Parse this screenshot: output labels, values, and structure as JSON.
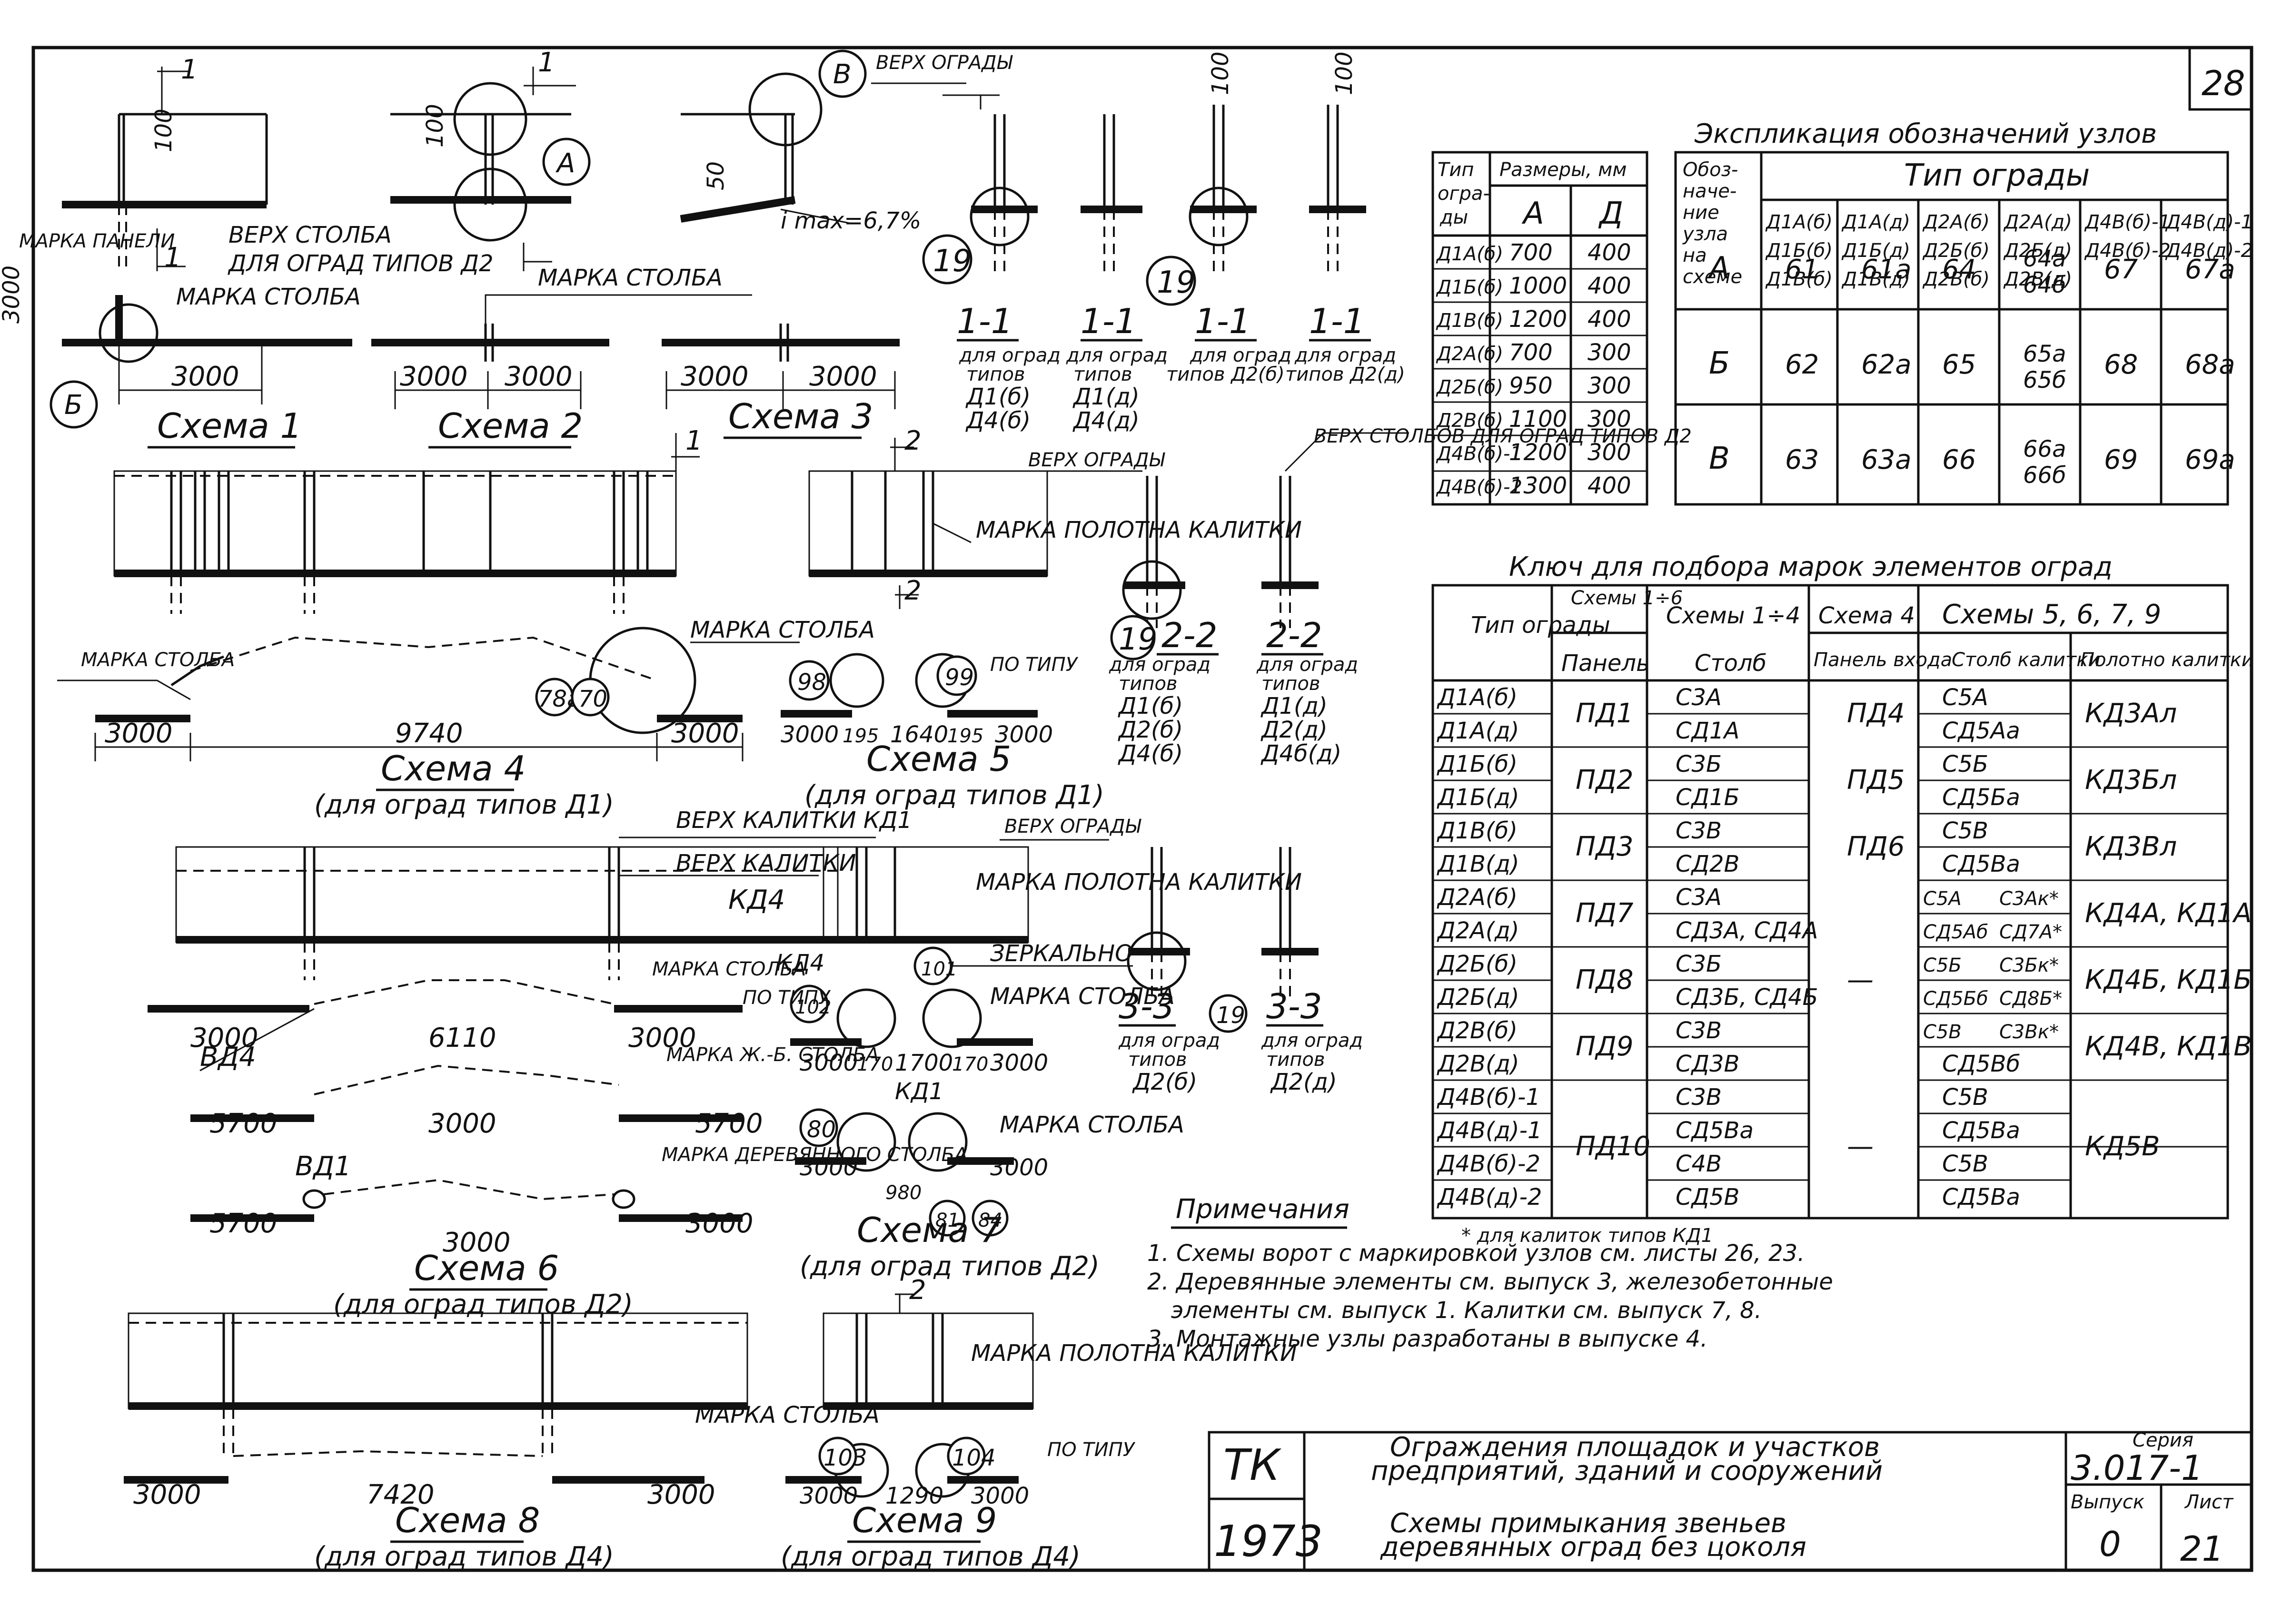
{
  "sheet_number": "28",
  "schemes": {
    "s1": {
      "title": "Схема 1",
      "dim": "3000",
      "labels": [
        "МАРКА ПАНЕЛИ",
        "МАРКА СТОЛБА",
        "ВЕРХ СТОЛБА",
        "ДЛЯ ОГРАД ТИПОВ Д2",
        "3000",
        "100"
      ],
      "node": "Б"
    },
    "s2": {
      "title": "Схема 2",
      "dims": [
        "3000",
        "3000"
      ],
      "node": "А",
      "label": "МАРКА СТОЛБА",
      "size": "100"
    },
    "s3": {
      "title": "Схема 3",
      "dims": [
        "3000",
        "3000"
      ],
      "node": "В",
      "labels": [
        "ВЕРХ ОГРАДЫ",
        "i max=6,7%",
        "50"
      ]
    },
    "s4": {
      "title": "Схема 4",
      "subtitle": "(для оград типов Д1)",
      "dims": [
        "3000",
        "9740",
        "3000"
      ],
      "labels": [
        "МАРКА СТОЛБА",
        "МАРКА СТОЛБА"
      ],
      "nodes": [
        "78а",
        "70"
      ]
    },
    "s5": {
      "title": "Схема 5",
      "subtitle": "(для оград типов Д1)",
      "dims": [
        "3000",
        "195",
        "1640",
        "195",
        "3000"
      ],
      "nodes": [
        "98",
        "99"
      ],
      "labels": [
        "ПО ТИПУ",
        "МАРКА ПОЛОТНА КАЛИТКИ"
      ]
    },
    "s6": {
      "title": "Схема 6",
      "subtitle": "(для оград типов Д2)",
      "dims": [
        "3000",
        "6110",
        "3000",
        "5700",
        "3000",
        "5700",
        "3000"
      ],
      "labels": [
        "ВЕРХ КАЛИТКИ КД1",
        "ВЕРХ КАЛИТКИ",
        "КД4",
        "МАРКА СТОЛБА",
        "ВД4",
        "МАРКА Ж.-Б. СТОЛБА",
        "ВД1",
        "МАРКА ДЕРЕВЯННОГО СТОЛБА",
        "МАРКА ПОЛОТНА КАЛИТКИ"
      ]
    },
    "s7": {
      "title": "Схема 7",
      "subtitle": "(для оград типов Д2)",
      "dims": [
        "3000",
        "170",
        "1700",
        "170",
        "3000",
        "3000",
        "980",
        "3000"
      ],
      "nodes": [
        "102",
        "101",
        "80",
        "81",
        "84"
      ],
      "labels": [
        "КД4",
        "ПО ТИПУ",
        "МАРКА СТОЛБА",
        "КД1",
        "МАРКА СТОЛБА",
        "ЗЕРКАЛЬНО"
      ]
    },
    "s8": {
      "title": "Схема 8",
      "subtitle": "(для оград типов Д4)",
      "dims": [
        "3000",
        "7420",
        "3000"
      ],
      "label": "МАРКА СТОЛБА"
    },
    "s9": {
      "title": "Схема 9",
      "subtitle": "(для оград типов Д4)",
      "dims": [
        "3000",
        "1290",
        "3000"
      ],
      "nodes": [
        "103",
        "104"
      ],
      "labels": [
        "МАРКА ПОЛОТНА КАЛИТКИ",
        "ПО ТИПУ"
      ]
    }
  },
  "sections": [
    {
      "name": "1-1",
      "caption": [
        "для оград",
        "типов",
        "Д1(б)",
        "Д4(б)"
      ],
      "node": "19"
    },
    {
      "name": "1-1",
      "caption": [
        "для оград",
        "типов",
        "Д1(д)",
        "Д4(д)"
      ]
    },
    {
      "name": "1-1",
      "caption": [
        "для оград",
        "типов Д2(б)"
      ],
      "node": "19"
    },
    {
      "name": "1-1",
      "caption": [
        "для оград",
        "типов Д2(д)"
      ]
    },
    {
      "name": "2-2",
      "caption": [
        "для оград",
        "типов",
        "Д1(б)",
        "Д2(б)",
        "Д4(б)"
      ],
      "node": "19"
    },
    {
      "name": "2-2",
      "caption": [
        "для оград",
        "типов",
        "Д1(д)",
        "Д2(д)",
        "Д4б(д)"
      ]
    },
    {
      "name": "3-3",
      "caption": [
        "для оград",
        "типов",
        "Д2(б)"
      ],
      "node": "19"
    },
    {
      "name": "3-3",
      "caption": [
        "для оград",
        "типов",
        "Д2(д)"
      ]
    }
  ],
  "section_labels": {
    "top_fence": "ВЕРХ ОГРАДЫ",
    "top_posts": "ВЕРХ СТОЛБОВ ДЛЯ ОГРАД ТИПОВ Д2",
    "gate_mark": "МАРКА ПОЛОТНА КАЛИТКИ",
    "dim100": "100",
    "A": "А"
  },
  "sizes_table": {
    "headers": [
      "Тип ограды",
      "Размеры, мм",
      "А",
      "Д"
    ],
    "rows": [
      [
        "Д1А(б)",
        "700",
        "400"
      ],
      [
        "Д1Б(б)",
        "1000",
        "400"
      ],
      [
        "Д1В(б)",
        "1200",
        "400"
      ],
      [
        "Д2А(б)",
        "700",
        "300"
      ],
      [
        "Д2Б(б)",
        "950",
        "300"
      ],
      [
        "Д2В(б)",
        "1100",
        "300"
      ],
      [
        "Д4В(б)-1",
        "1200",
        "300"
      ],
      [
        "Д4В(б)-2",
        "1300",
        "400"
      ]
    ]
  },
  "explication": {
    "title": "Экспликация обозначений узлов",
    "corner": [
      "Обоз-",
      "наче-",
      "ние",
      "узла",
      "на",
      "схеме"
    ],
    "group_header": "Тип ограды",
    "col_headers": [
      [
        "Д1А(б)",
        "Д1Б(б)",
        "Д1В(б)"
      ],
      [
        "Д1А(д)",
        "Д1Б(д)",
        "Д1В(д)"
      ],
      [
        "Д2А(б)",
        "Д2Б(б)",
        "Д2В(б)"
      ],
      [
        "Д2А(д)",
        "Д2Б(д)",
        "Д2В(д)"
      ],
      [
        "Д4В(б)-1",
        "Д4В(б)-2"
      ],
      [
        "Д4В(д)-1",
        "Д4В(д)-2"
      ]
    ],
    "rows": [
      {
        "node": "А",
        "cells": [
          "61",
          "61а",
          "64",
          "64а 64б",
          "67",
          "67а"
        ]
      },
      {
        "node": "Б",
        "cells": [
          "62",
          "62а",
          "65",
          "65а 65б",
          "68",
          "68а"
        ]
      },
      {
        "node": "В",
        "cells": [
          "63",
          "63а",
          "66",
          "66а 66б",
          "69",
          "69а"
        ]
      }
    ]
  },
  "key_table": {
    "title": "Ключ для подбора марок элементов оград",
    "h_type": "Тип ограды",
    "h_s16": "Схемы 1÷6",
    "h_s14": "Схемы 1÷4",
    "h_s4": "Схема 4",
    "h_s579": "Схемы 5, 6, 7, 9",
    "h_panel": "Панель",
    "h_post": "Столб",
    "h_entry": "Панель входа",
    "h_gpost": "Столб калитки",
    "h_gleaf": "Полотно калитки",
    "types": [
      "Д1А(б)",
      "Д1А(д)",
      "Д1Б(б)",
      "Д1Б(д)",
      "Д1В(б)",
      "Д1В(д)",
      "Д2А(б)",
      "Д2А(д)",
      "Д2Б(б)",
      "Д2Б(д)",
      "Д2В(б)",
      "Д2В(д)",
      "Д4В(б)-1",
      "Д4В(д)-1",
      "Д4В(б)-2",
      "Д4В(д)-2"
    ],
    "panels": [
      "ПД1",
      "ПД2",
      "ПД3",
      "ПД7",
      "ПД8",
      "ПД9",
      "ПД10"
    ],
    "posts": [
      "С3А",
      "СД1А",
      "С3Б",
      "СД1Б",
      "С3В",
      "СД2В",
      "С3А",
      "СД3А, СД4А",
      "С3Б",
      "СД3Б, СД4Б",
      "С3В",
      "СД3В",
      "С3В",
      "СД5Ва",
      "С4В",
      "СД5В"
    ],
    "entry": [
      "ПД4",
      "ПД5",
      "ПД6",
      "—",
      "—"
    ],
    "gate_posts": [
      "С5А",
      "СД5Аа",
      "С5Б",
      "СД5Ба",
      "С5В",
      "СД5Ва",
      "С5А",
      "С3Ак*",
      "СД5Аб",
      "СД7А*",
      "С5Б",
      "С3Бк*",
      "СД5Бб",
      "СД8Б*",
      "С5В",
      "С3Вк*",
      "СД5Вб",
      "С5В",
      "СД5Ва",
      "С5В",
      "СД5Ва"
    ],
    "gate_leaves": [
      "КД3Ал",
      "КД3Бл",
      "КД3Вл",
      "КД4А, КД1А",
      "КД4Б, КД1Б",
      "КД4В, КД1В",
      "КД5В"
    ],
    "footnote": "* для калиток типов КД1"
  },
  "notes": {
    "title": "Примечания",
    "items": [
      "1. Схемы ворот с маркировкой узлов см. листы 26, 23.",
      "2. Деревянные элементы см. выпуск 3, железобетонные",
      "элементы см. выпуск 1. Калитки см. выпуск 7, 8.",
      "3. Монтажные узлы разработаны в выпуске 4."
    ]
  },
  "title_block": {
    "org": "ТК",
    "year": "1973",
    "line1": "Ограждения площадок и участков",
    "line2": "предприятий, зданий и сооружений",
    "line3": "Схемы примыкания звеньев",
    "line4": "деревянных оград без цоколя",
    "series_label": "Серия",
    "series": "3.017-1",
    "issue_label": "Выпуск",
    "issue": "0",
    "sheet_label": "Лист",
    "sheet": "21"
  }
}
